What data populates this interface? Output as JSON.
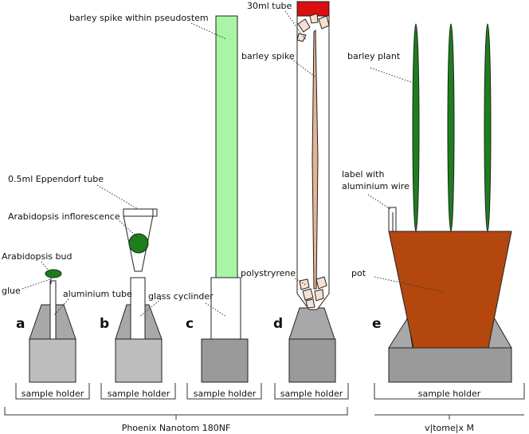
{
  "panels": [
    "a",
    "b",
    "c",
    "d",
    "e"
  ],
  "labels": {
    "barley_spike_pseudostem": "barley spike within pseudostem",
    "tube_30ml": "30ml tube",
    "barley_spike": "barley spike",
    "barley_plant": "barley plant",
    "eppendorf": "0.5ml Eppendorf tube",
    "arabidopsis_inflorescence": "Arabidopsis inflorescence",
    "arabidopsis_bud": "Arabidopsis bud",
    "glue": "glue",
    "aluminium_tube": "aluminium tube",
    "glass_cylinder": "glass cyclinder",
    "polystyrene": "polystryrene",
    "pot": "pot",
    "label_wire_1": "label with",
    "label_wire_2": "aluminium wire"
  },
  "holders": [
    "sample holder",
    "sample holder",
    "sample holder",
    "sample holder",
    "sample holder"
  ],
  "instruments": {
    "left": "Phoenix Nanotom 180NF",
    "right": "v|tome|x M"
  },
  "colors": {
    "holder_light": "#bdbdbd",
    "holder_cone": "#a8a8a8",
    "holder_dark": "#9a9a9a",
    "plant_green": "#1c7f1c",
    "pseudostem_green": "#a9f5a6",
    "spike_tan": "#e7b393",
    "cap_red": "#d90f10",
    "pot_brown": "#b3470d",
    "polystyrene": "#f7e0d2"
  }
}
